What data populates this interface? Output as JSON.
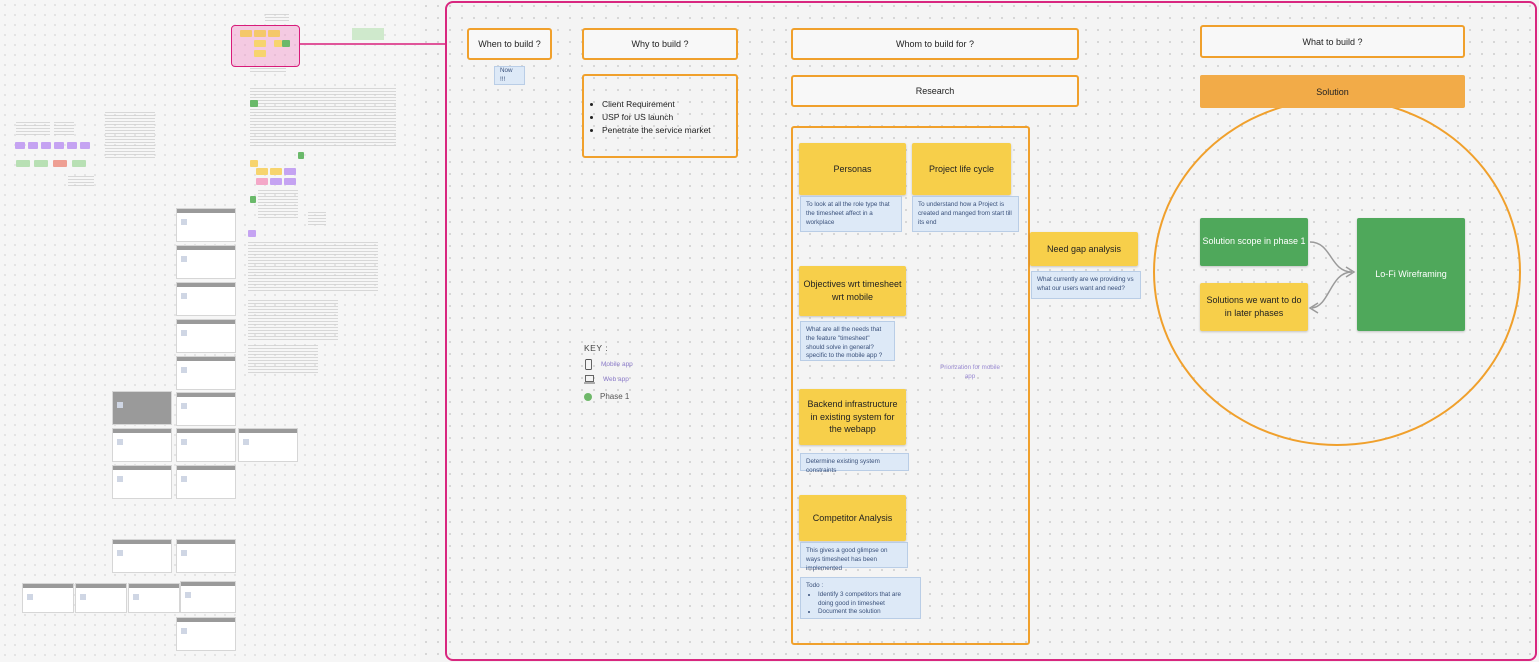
{
  "headers": {
    "when": "When to build ?",
    "why": "Why to build ?",
    "whom": "Whom to build for ?",
    "what": "What to build ?",
    "research": "Research"
  },
  "when_note": "Now !!!",
  "why_bullets": [
    "Client Requirement",
    "USP for US launch",
    "Penetrate the service market"
  ],
  "research": {
    "personas": {
      "title": "Personas",
      "note": "To look at all the role type that the timesheet affect in a workplace"
    },
    "lifecycle": {
      "title": "Project life cycle",
      "note": "To understand how a Project is created and manged from start till its end"
    },
    "objectives": {
      "title": "Objectives wrt timesheet wrt mobile",
      "note": "What are all the needs that the feature \"timesheet\" should solve in general? specific to the mobile app ?"
    },
    "backend": {
      "title": "Backend infrastructure in existing system for the webapp",
      "note": "Determine existing system constraints"
    },
    "competitor": {
      "title": "Competitor Analysis",
      "note": "This gives a good glimpse on ways timesheet has been implemented",
      "todo_label": "Todo :",
      "todo_items": [
        "Identify 3 competitors that are doing good in timesheet",
        "Document the solution"
      ]
    },
    "priority": "Priorization for mobile app"
  },
  "gap": {
    "title": "Need gap analysis",
    "note": "What currently are we providing vs what our users want and need?"
  },
  "solution": {
    "title": "Solution",
    "scope": "Solution scope in phase 1",
    "later": "Solutions we want to do in later phases",
    "lofi": "Lo-Fi Wireframing"
  },
  "key": {
    "title": "KEY :",
    "mobile": "Mobile app",
    "web": "Web app",
    "phase": "Phase 1"
  },
  "colors": {
    "frame": "#d8277f",
    "orange": "#f0a02c",
    "sticky": "#f7cf4a",
    "green": "#4fa85b",
    "note_blue": "#dde9f7"
  }
}
